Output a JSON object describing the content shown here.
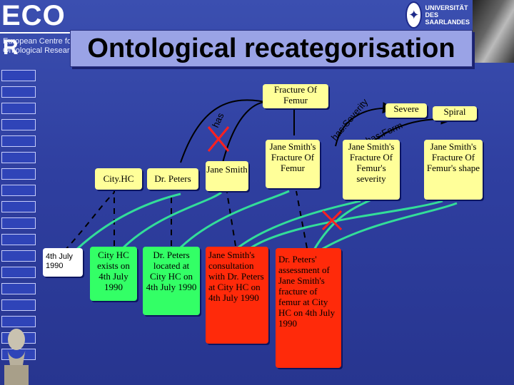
{
  "logo": {
    "eco": "ECO",
    "r": "R",
    "subtitle_line1": "European Centre for",
    "subtitle_line2": "Ontological Research"
  },
  "title": "Ontological recategorisation",
  "university": {
    "line1": "UNIVERSITÄT",
    "line2": "DES",
    "line3": "SAARLANDES"
  },
  "diagram": {
    "top": {
      "fracture_of_femur": "Fracture Of Femur",
      "severe": "Severe",
      "spiral": "Spiral"
    },
    "edge_labels": {
      "has_1": "has",
      "has_severity": "has severity",
      "has_form": "has form"
    },
    "middle": {
      "city_hc": "City.HC",
      "dr_peters": "Dr. Peters",
      "jane_smith": "Jane Smith",
      "jane_fracture": "Jane Smith's Fracture Of Femur",
      "jane_severity": "Jane Smith's Fracture Of Femur's severity",
      "jane_shape": "Jane Smith's Fracture Of Femur's shape"
    },
    "bottom": {
      "date": "4th July 1990",
      "city_hc_exists": "City HC exists on 4th July 1990",
      "dr_peters_located": "Dr. Peters located at City HC on 4th July 1990",
      "consultation": "Jane Smith's consultation with Dr. Peters at City HC on 4th July 1990",
      "assessment": "Dr. Peters' assessment of Jane Smith's fracture of femur at City HC on 4th July 1990"
    }
  },
  "colors": {
    "yellow": "#ffff99",
    "green": "#33ff66",
    "red": "#ff2a0a",
    "connector": "#33dd99",
    "cross": "#ff2020"
  },
  "sidebar_count": 18
}
